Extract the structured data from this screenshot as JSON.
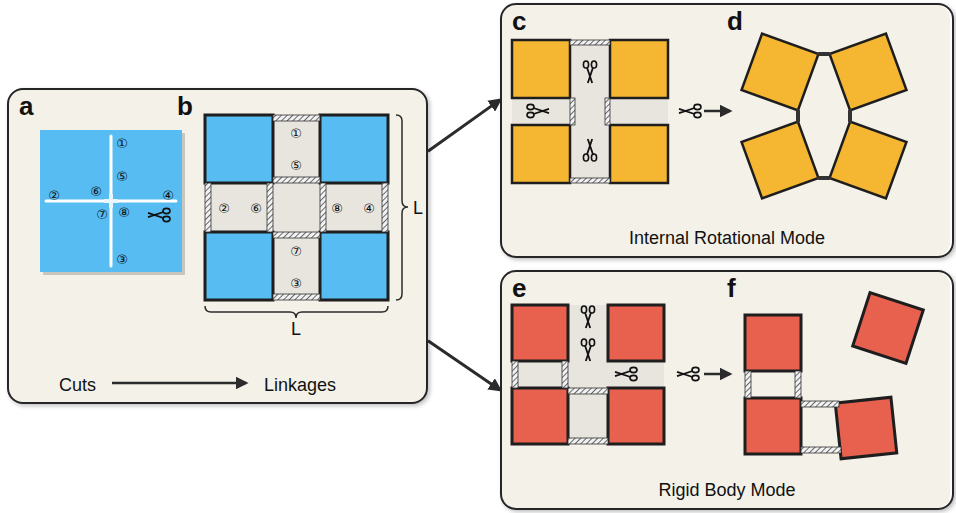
{
  "diagram": {
    "nodes": [
      {
        "text": [
          "a",
          "b",
          "Cuts",
          "Linkages"
        ]
      },
      {
        "text": [
          "c",
          "d",
          "Internal Rotational Mode"
        ]
      },
      {
        "text": [
          "e",
          "f",
          "Rigid Body Mode"
        ]
      }
    ],
    "edges": [
      {
        "from": 0,
        "to": 1,
        "arrow": "to"
      },
      {
        "from": 0,
        "to": 2,
        "arrow": "to"
      }
    ],
    "labels": [
      "①",
      "②",
      "③",
      "④",
      "⑤",
      "⑥",
      "⑦",
      "⑧",
      "①",
      "⑤",
      "②",
      "⑥",
      "⑧",
      "④",
      "⑦",
      "③",
      "L",
      "L"
    ]
  }
}
